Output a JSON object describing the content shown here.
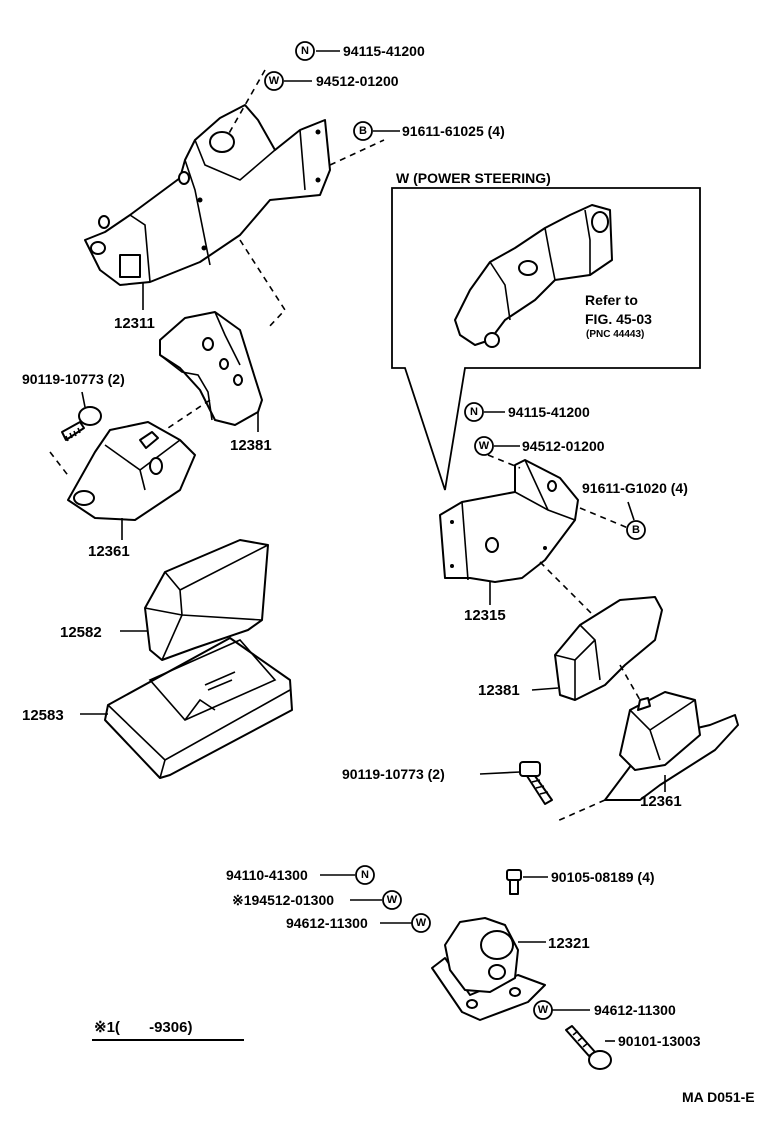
{
  "labels": {
    "n_top": "94115-41200",
    "w_top": "94512-01200",
    "b_top": "91611-61025 (4)",
    "p12311": "12311",
    "p90119_left": "90119-10773 (2)",
    "p12381_left": "12381",
    "p12361_left": "12361",
    "p12582": "12582",
    "p12583": "12583",
    "inset_title": "W (POWER STEERING)",
    "refer1": "Refer to",
    "refer2": "FIG. 45-03",
    "refer3": "(PNC 44443)",
    "n_right": "94115-41200",
    "w_right": "94512-01200",
    "b_right": "91611-G1020 (4)",
    "p12315": "12315",
    "p12381_right": "12381",
    "p90119_right": "90119-10773 (2)",
    "p12361_right": "12361",
    "n_bottom": "94110-41300",
    "w_bottom1": "※194512-01300",
    "w_bottom2": "94612-11300",
    "p90105": "90105-08189 (4)",
    "p12321": "12321",
    "w_bottom3": "94612-11300",
    "p90101": "90101-13003",
    "footnote": "※1(       -9306)",
    "code": "MA D051-E"
  },
  "symbols": {
    "n": "N",
    "w": "W",
    "b": "B"
  }
}
